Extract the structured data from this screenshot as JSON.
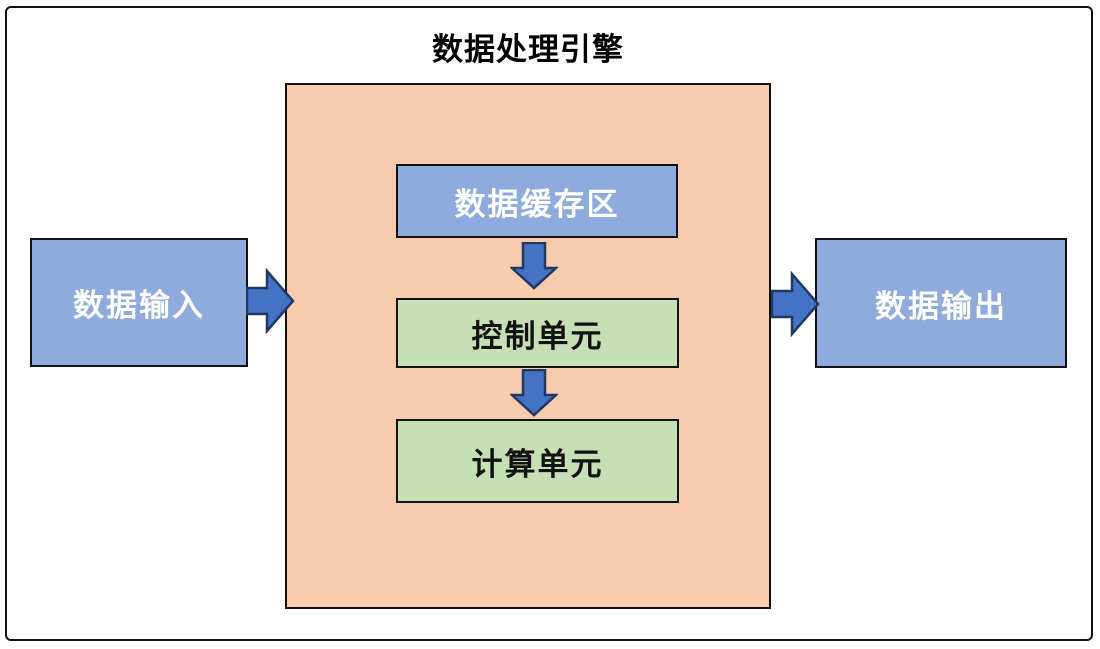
{
  "title": "数据处理引擎",
  "nodes": {
    "input": {
      "label": "数据输入"
    },
    "buffer": {
      "label": "数据缓存区"
    },
    "control": {
      "label": "控制单元"
    },
    "compute": {
      "label": "计算单元"
    },
    "output": {
      "label": "数据输出"
    }
  },
  "arrows": [
    {
      "name": "input-to-engine",
      "direction": "right"
    },
    {
      "name": "buffer-to-control",
      "direction": "down"
    },
    {
      "name": "control-to-compute",
      "direction": "down"
    },
    {
      "name": "engine-to-output",
      "direction": "right"
    }
  ],
  "colors": {
    "container_fill": "#F8CBAD",
    "blue_node_fill": "#8FAADC",
    "green_node_fill": "#C5E0B4",
    "arrow_fill": "#4472C4",
    "arrow_stroke": "#1F3864",
    "box_border": "#111111",
    "frame_border": "#111111",
    "title_color": "#000000",
    "blue_node_text": "#FFFFFF",
    "green_node_text": "#111111"
  }
}
